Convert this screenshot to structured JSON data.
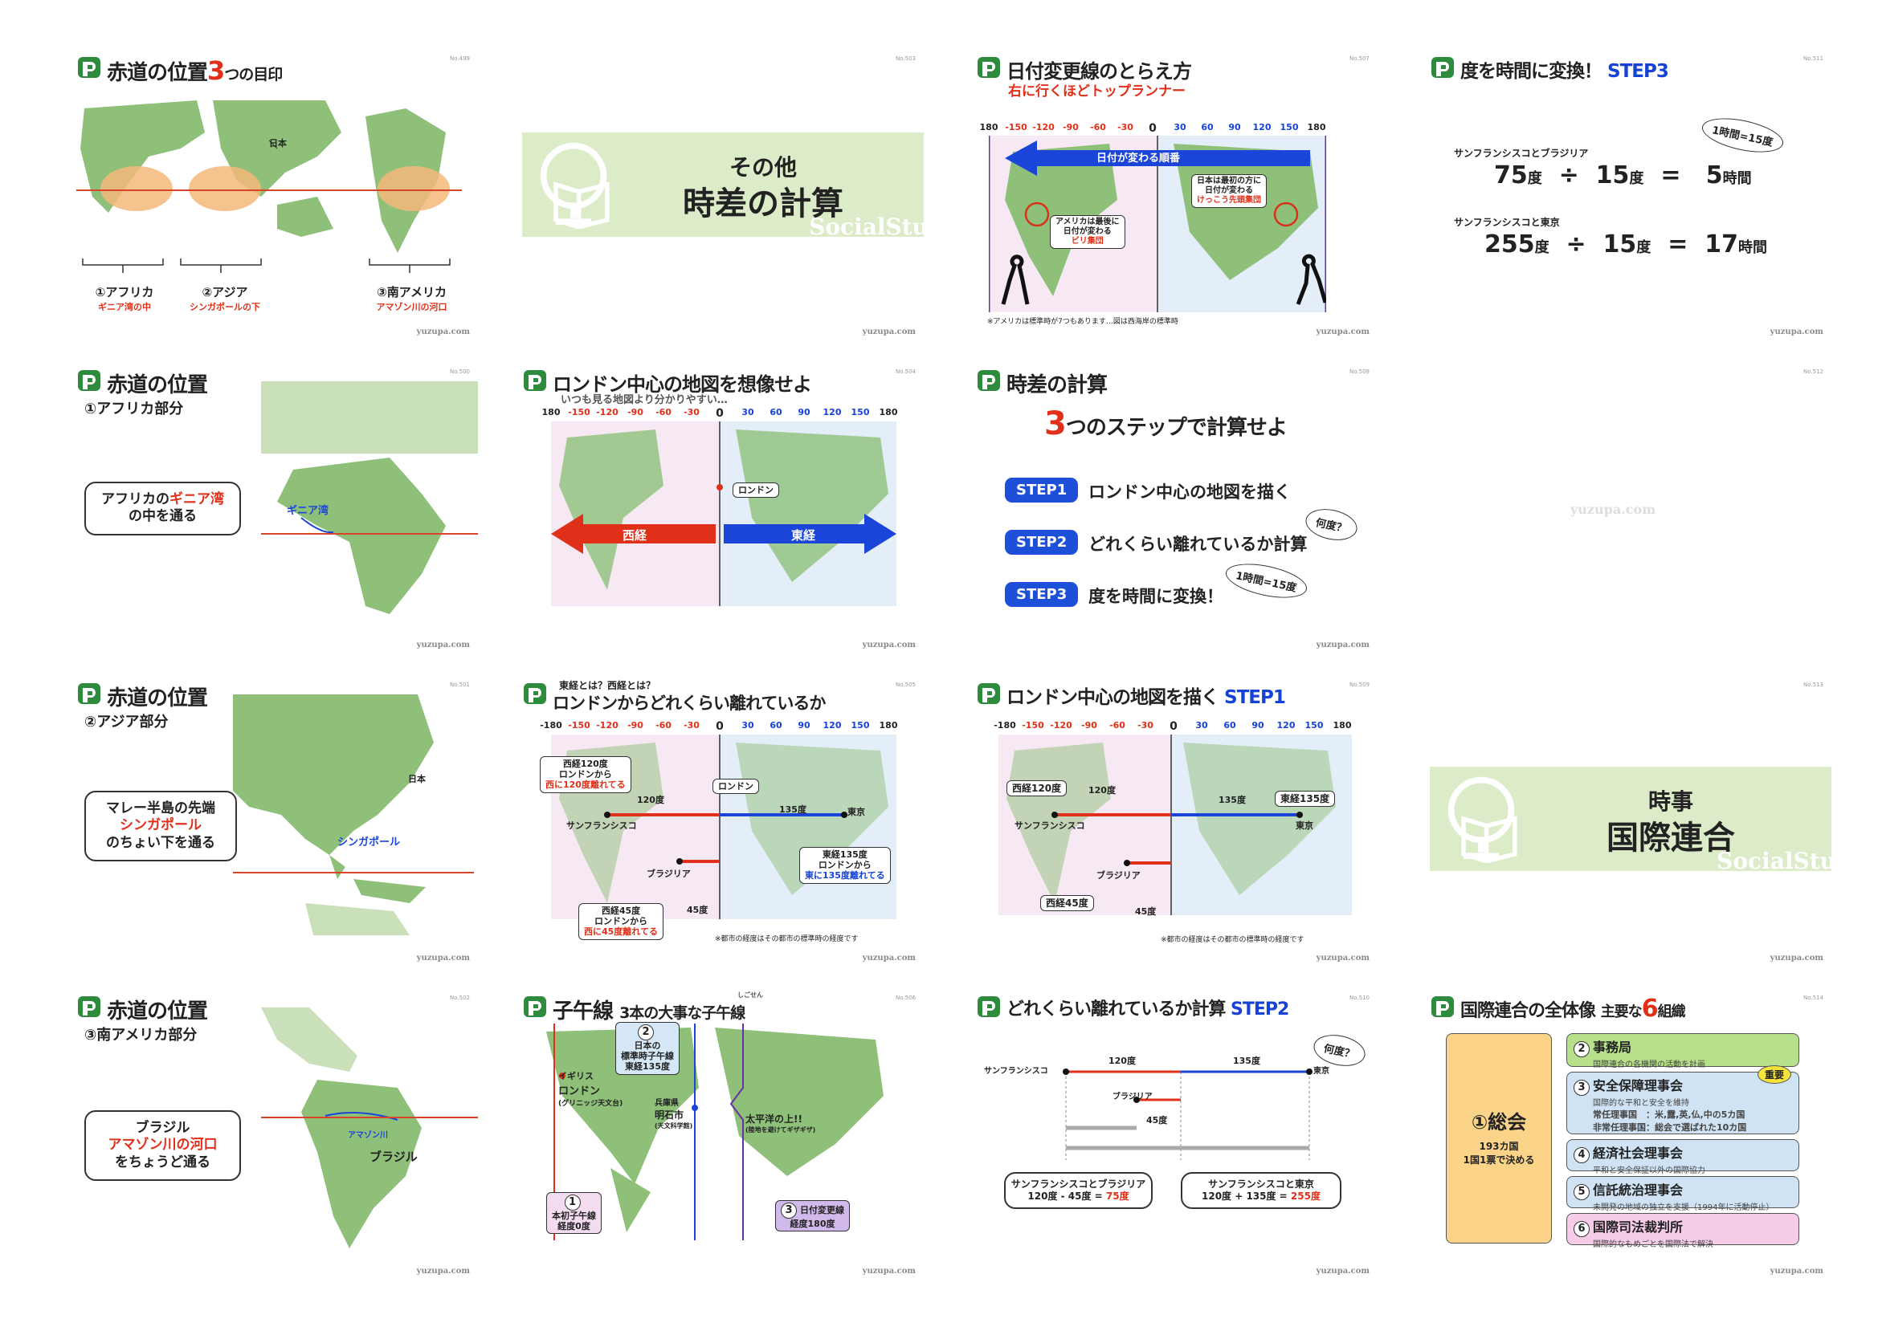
{
  "footer": "yuzupa.com",
  "colors": {
    "land": "#8fc07a",
    "land_light": "#c9e0bb",
    "equator": "#d9452b",
    "west": "#e1301a",
    "east": "#1742d6",
    "banner": "#dcecc8"
  },
  "s1": {
    "num": "No.499",
    "title_a": "赤道の位置",
    "title_num": "3",
    "title_b": "つの目印",
    "japan": "日本",
    "c1": "①アフリカ",
    "c1r": "ギニア湾の中",
    "c2": "②アジア",
    "c2r": "シンガポールの下",
    "c3": "③南アメリカ",
    "c3r": "アマゾン川の河口"
  },
  "s2": {
    "num": "No.503",
    "t1": "その他",
    "t2": "時差の計算",
    "wm": "SocialStu"
  },
  "s3": {
    "num": "No.507",
    "title": "日付変更線のとらえ方",
    "subtitle": "右に行くほどトップランナー",
    "scale": [
      "180",
      "-150",
      "-120",
      "-90",
      "-60",
      "-30",
      "0",
      "30",
      "60",
      "90",
      "120",
      "150",
      "180"
    ],
    "arrow": "日付が変わる順番",
    "left_a": "アメリカは最後に",
    "left_b": "日付が変わる",
    "left_c": "ビリ集団",
    "right_a": "日本は最初の方に",
    "right_b": "日付が変わる",
    "right_c": "けっこう先頭集団",
    "note": "※アメリカは標準時が7つもあります…図は西海岸の標準時"
  },
  "s4": {
    "num": "No.511",
    "title": "度を時間に変換！",
    "step": "STEP3",
    "cloud": "1時間=15度",
    "l1": "サンフランシスコとブラジリア",
    "e1a": "75",
    "e1b": "度",
    "op": "÷",
    "e1c": "15",
    "e1d": "度",
    "eq": "=",
    "e1e": "5",
    "e1f": "時間",
    "l2": "サンフランシスコと東京",
    "e2a": "255",
    "e2e": "17"
  },
  "s5": {
    "num": "No.500",
    "title": "赤道の位置",
    "sub": "①アフリカ部分",
    "b1": "アフリカの",
    "b2": "ギニア湾",
    "b3": "の中を通る",
    "gulf": "ギニア湾"
  },
  "s6": {
    "num": "No.504",
    "title": "ロンドン中心の地図を想像せよ",
    "sub": "いつも見る地図より分かりやすい…",
    "scale": [
      "180",
      "-150",
      "-120",
      "-90",
      "-60",
      "-30",
      "0",
      "30",
      "60",
      "90",
      "120",
      "150",
      "180"
    ],
    "london": "ロンドン",
    "west": "西経",
    "east": "東経"
  },
  "s7": {
    "num": "No.508",
    "title": "時差の計算",
    "head_num": "3",
    "head": "つのステップで計算せよ",
    "steps": [
      {
        "pill": "STEP1",
        "text": "ロンドン中心の地図を描く"
      },
      {
        "pill": "STEP2",
        "text": "どれくらい離れているか計算"
      },
      {
        "pill": "STEP3",
        "text": "度を時間に変換！"
      }
    ],
    "cloud1": "何度？",
    "cloud2": "1時間=15度"
  },
  "s8": {
    "num": "No.512",
    "wm": "yuzupa.com"
  },
  "s9": {
    "num": "No.501",
    "title": "赤道の位置",
    "sub": "②アジア部分",
    "b1": "マレー半島の先端",
    "b2": "シンガポール",
    "b3": "のちょい下を通る",
    "japan": "日本",
    "sing": "シンガポール"
  },
  "s10": {
    "num": "No.505",
    "pre": "東経とは？西経とは？",
    "title": "ロンドンからどれくらい離れているか",
    "scale": [
      "-180",
      "-150",
      "-120",
      "-90",
      "-60",
      "-30",
      "0",
      "30",
      "60",
      "90",
      "120",
      "150",
      "180"
    ],
    "t1a": "西経120度",
    "t1b": "ロンドンから",
    "t1c": "西に120度離れてる",
    "london": "ロンドン",
    "sf": "サンフランシスコ",
    "tokyo": "東京",
    "brasilia": "ブラジリア",
    "d120": "120度",
    "d135": "135度",
    "d45": "45度",
    "t2a": "東経135度",
    "t2b": "ロンドンから",
    "t2c": "東に135度離れてる",
    "t3a": "西経45度",
    "t3b": "ロンドンから",
    "t3c": "西に45度離れてる",
    "note": "※都市の経度はその都市の標準時の経度です"
  },
  "s11": {
    "num": "No.509",
    "title": "ロンドン中心の地図を描く",
    "step": "STEP1",
    "scale": [
      "-180",
      "-150",
      "-120",
      "-90",
      "-60",
      "-30",
      "0",
      "30",
      "60",
      "90",
      "120",
      "150",
      "180"
    ],
    "w120": "西経120度",
    "d120": "120度",
    "e135": "東経135度",
    "d135": "135度",
    "sf": "サンフランシスコ",
    "tokyo": "東京",
    "brasilia": "ブラジリア",
    "w45": "西経45度",
    "d45": "45度",
    "note": "※都市の経度はその都市の標準時の経度です"
  },
  "s12": {
    "num": "No.513",
    "t1": "時事",
    "t2": "国際連合",
    "wm": "SocialStu"
  },
  "s13": {
    "num": "No.502",
    "title": "赤道の位置",
    "sub": "③南アメリカ部分",
    "b1": "ブラジル",
    "b2": "アマゾン川の河口",
    "b3": "をちょうど通る",
    "amazon": "アマゾン川",
    "brazil": "ブラジル"
  },
  "s14": {
    "num": "No.506",
    "title": "子午線",
    "title_b": "3本の大事な子午線",
    "ruby": "しごせん",
    "japan_a": "日本の",
    "japan_b": "標準時子午線",
    "japan_c": "東経135度",
    "uk_a": "イギリス",
    "uk_b": "ロンドン",
    "uk_c": "(グリニッジ天文台)",
    "hyogo_a": "兵庫県",
    "hyogo_b": "明石市",
    "hyogo_c": "(天文科学館)",
    "pac_a": "太平洋の上!!",
    "pac_b": "(陸地を避けてギザギザ)",
    "m1_a": "本初子午線",
    "m1_b": "経度0度",
    "m3_a": "日付変更線",
    "m3_b": "経度180度"
  },
  "s15": {
    "num": "No.510",
    "title": "どれくらい離れているか計算",
    "step": "STEP2",
    "cloud": "何度？",
    "sf": "サンフランシスコ",
    "tokyo": "東京",
    "brasilia": "ブラジリア",
    "d120": "120度",
    "d135": "135度",
    "d45": "45度",
    "b1a": "サンフランシスコとブラジリア",
    "b1b": "120度 - 45度 = ",
    "b1c": "75度",
    "b2a": "サンフランシスコと東京",
    "b2b": "120度 + 135度 = ",
    "b2c": "255度"
  },
  "s16": {
    "num": "No.514",
    "title_a": "国際連合の全体像",
    "title_b": "主要な",
    "title_num": "6",
    "title_c": "組織",
    "gen_a": "①総会",
    "gen_b": "193カ国",
    "gen_c": "1国1票で決める",
    "orgs": [
      {
        "n": "2",
        "h": "事務局",
        "d": "国際連合の各機関の活動を計画"
      },
      {
        "n": "3",
        "h": "安全保障理事会",
        "d": "国際的な平和と安全を維持",
        "d2": "常任理事国　：米,露,英,仏,中の5カ国",
        "d3": "非常任理事国：総会で選ばれた10カ国",
        "badge": "重要"
      },
      {
        "n": "4",
        "h": "経済社会理事会",
        "d": "平和と安全保証以外の国際協力"
      },
      {
        "n": "5",
        "h": "信託統治理事会",
        "d": "未開発の地域の独立を支援（1994年に活動停止）"
      },
      {
        "n": "6",
        "h": "国際司法裁判所",
        "d": "国際的なもめごとを国際法で解決"
      }
    ]
  }
}
